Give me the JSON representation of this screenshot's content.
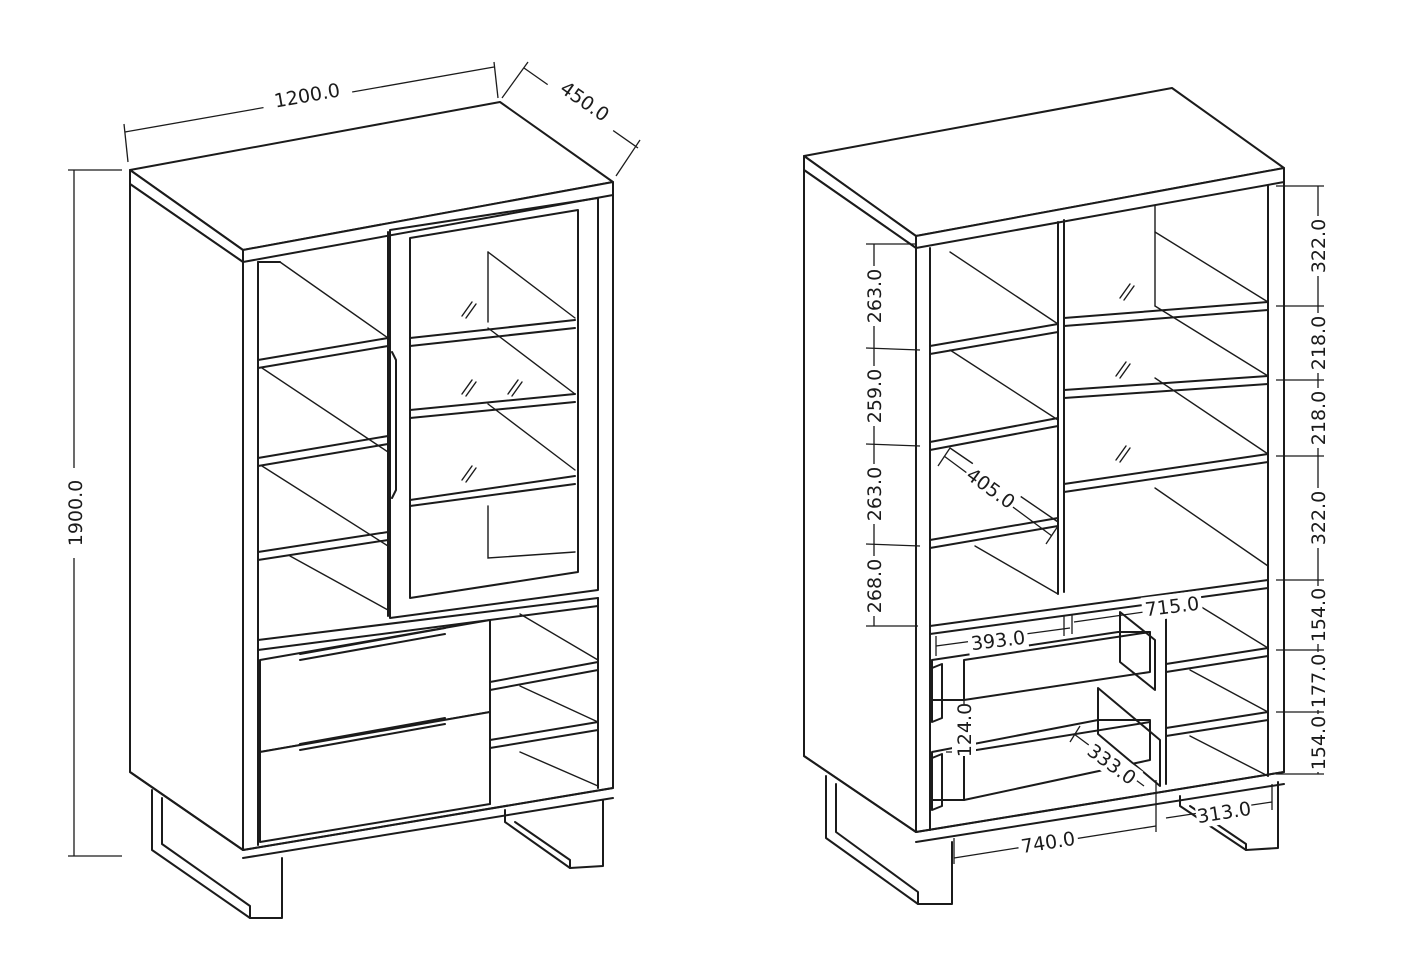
{
  "left_view": {
    "dimensions": {
      "width": "1200.0",
      "depth": "450.0",
      "height": "1900.0"
    }
  },
  "right_view": {
    "dimensions": {
      "left_shelf_1": "263.0",
      "left_shelf_2": "259.0",
      "left_shelf_3": "263.0",
      "left_shelf_4": "268.0",
      "right_shelf_1": "322.0",
      "right_shelf_2": "218.0",
      "right_shelf_3": "218.0",
      "right_shelf_4": "322.0",
      "lower_1": "154.0",
      "lower_2": "177.0",
      "lower_3": "154.0",
      "shelf_depth": "405.0",
      "drawer_width": "393.0",
      "inner_width": "715.0",
      "drawer_height": "124.0",
      "drawer_depth": "333.0",
      "base_width": "740.0",
      "leg_depth": "313.0"
    }
  }
}
